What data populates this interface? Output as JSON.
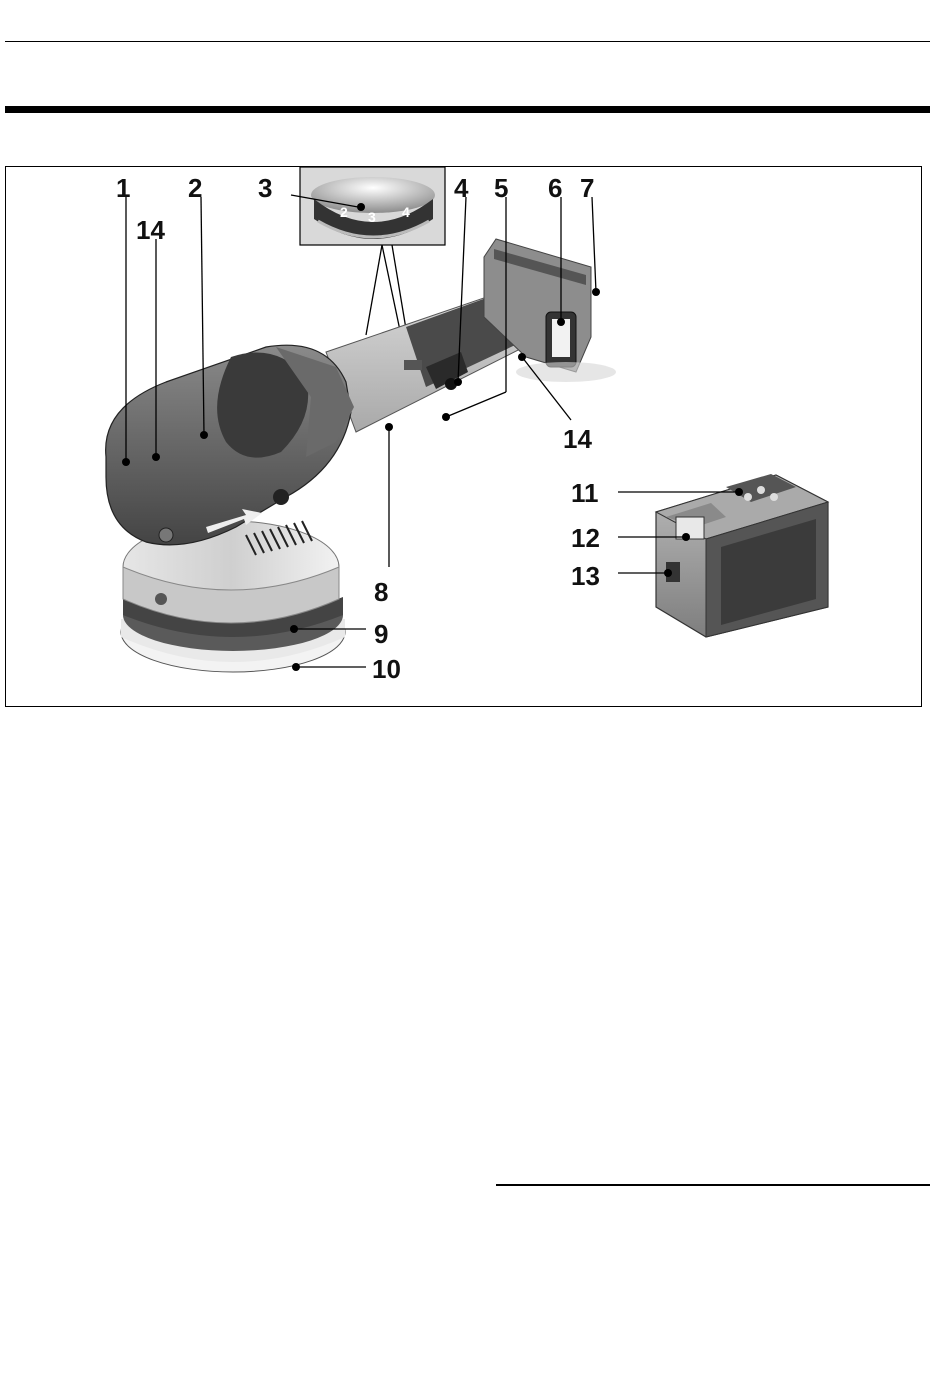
{
  "figure": {
    "callouts": {
      "c1": "1",
      "c2": "2",
      "c3": "3",
      "c4": "4",
      "c5": "5",
      "c6": "6",
      "c7": "7",
      "c8": "8",
      "c9": "9",
      "c10": "10",
      "c11": "11",
      "c12": "12",
      "c13": "13",
      "c14a": "14",
      "c14b": "14"
    },
    "dial_numbers": {
      "n2": "2",
      "n3": "3",
      "n4": "4"
    }
  }
}
